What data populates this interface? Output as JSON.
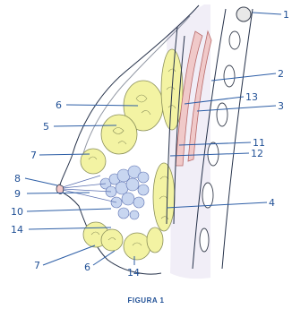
{
  "figure": {
    "caption": "FIGURA 1",
    "labels": [
      "1",
      "2",
      "13",
      "3",
      "11",
      "12",
      "4",
      "6",
      "5",
      "7",
      "8",
      "9",
      "10",
      "14",
      "7",
      "6",
      "14"
    ],
    "colors": {
      "ink": "#26324a",
      "labels": "#1f4f95",
      "fat": "#f3f3a3",
      "gland": "#c8d6f0",
      "muscle": "#f0c9c9"
    }
  }
}
